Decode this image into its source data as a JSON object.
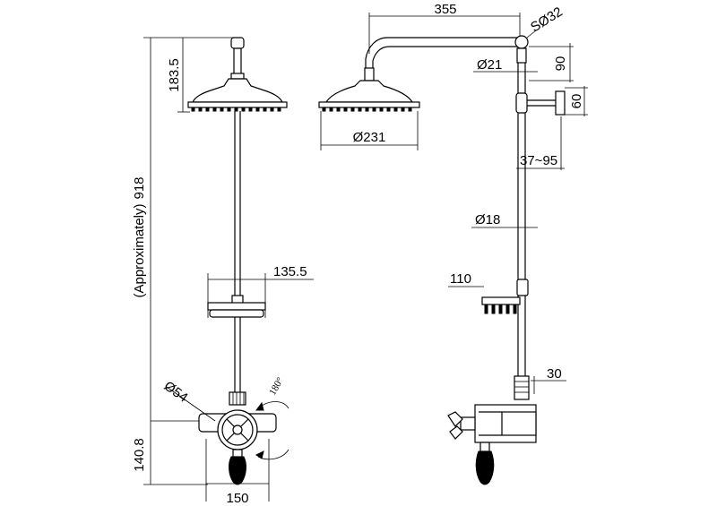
{
  "dimensions": {
    "head_height": "183.5",
    "overall_height": "918",
    "overall_height_note": "(Approximately)",
    "valve_height": "140.8",
    "valve_width": "150",
    "handle_diameter": "Ø54",
    "rotation": "180°",
    "caddy_width": "135.5",
    "arm_length": "355",
    "s_diameter": "SØ32",
    "arm_drop": "90",
    "arm_diameter": "Ø21",
    "head_diameter": "Ø231",
    "bracket_size": "60",
    "bracket_offset": "37~95",
    "riser_diameter": "Ø18",
    "caddy_depth": "110",
    "valve_offset": "30"
  }
}
